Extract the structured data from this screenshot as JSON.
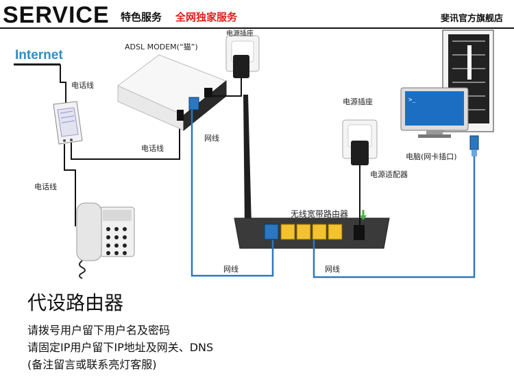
{
  "header": {
    "service": "SERVICE",
    "feature": "特色服务",
    "exclusive": "全网独家服务",
    "store": "斐讯官方旗舰店"
  },
  "diagram": {
    "internet": "Internet",
    "modem_label": "ADSL MODEM(“猫”)",
    "socket_top_label": "电源插座",
    "socket_right_label": "电源插座",
    "adapter_label": "电源适配器",
    "pc_label": "电脑(网卡插口)",
    "router_label": "无线宽带路由器",
    "phone_line_1": "电话线",
    "phone_line_2": "电话线",
    "phone_line_3": "电话线",
    "net_line_1": "网线",
    "net_line_2": "网线",
    "net_line_3": "网线"
  },
  "info": {
    "title": "代设路由器",
    "line1": "请拨号用户留下用户名及密码",
    "line2": "请固定IP用户留下IP地址及网关、DNS",
    "line3": "(备注留言或联系亮灯客服)"
  },
  "colors": {
    "accent_red": "#e0201a",
    "internet_blue": "#2e8fc4",
    "cable_blue": "#2b77c0",
    "port_yellow": "#f2c230"
  }
}
